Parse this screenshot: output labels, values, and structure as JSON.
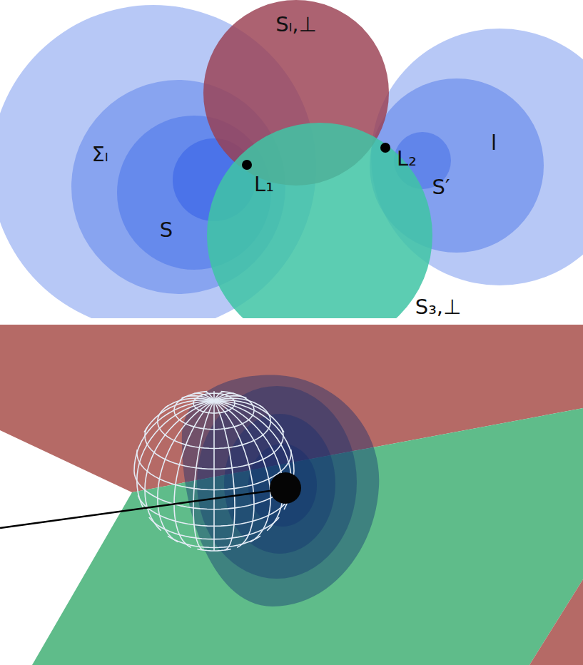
{
  "diagram": {
    "labels": [
      "Sₗ,⊥",
      "Σₗ",
      "L₁",
      "L₂",
      "S′",
      "l",
      "S",
      "S₃,⊥"
    ]
  }
}
